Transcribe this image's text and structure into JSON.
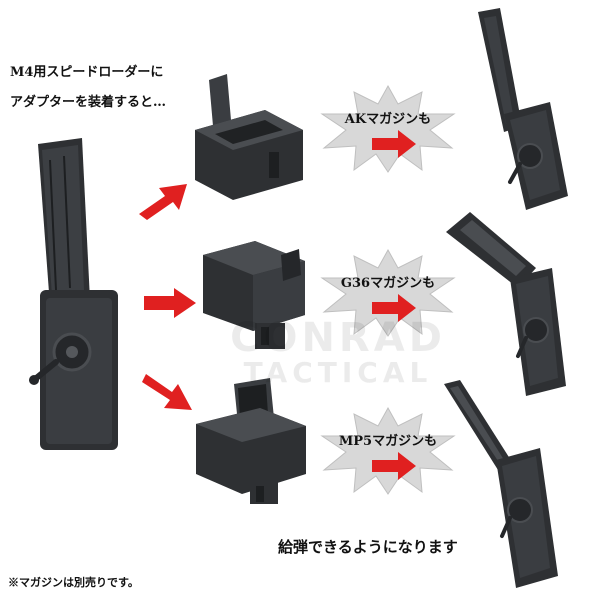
{
  "intro": {
    "line1": "M4用スピードローダーに",
    "line2": "アダプターを装着すると…"
  },
  "callouts": [
    {
      "label": "AKマガジンも"
    },
    {
      "label": "G36マガジンも"
    },
    {
      "label": "MP5マガジンも"
    }
  ],
  "watermark": {
    "line1": "CONRAD",
    "line2": "TACTICAL"
  },
  "result_text": "給弾できるようになります",
  "footnote": "※マガジンは別売りです。",
  "colors": {
    "arrow": "#e02020",
    "product": "#2e3033",
    "product_shade": "#4a4d51"
  }
}
